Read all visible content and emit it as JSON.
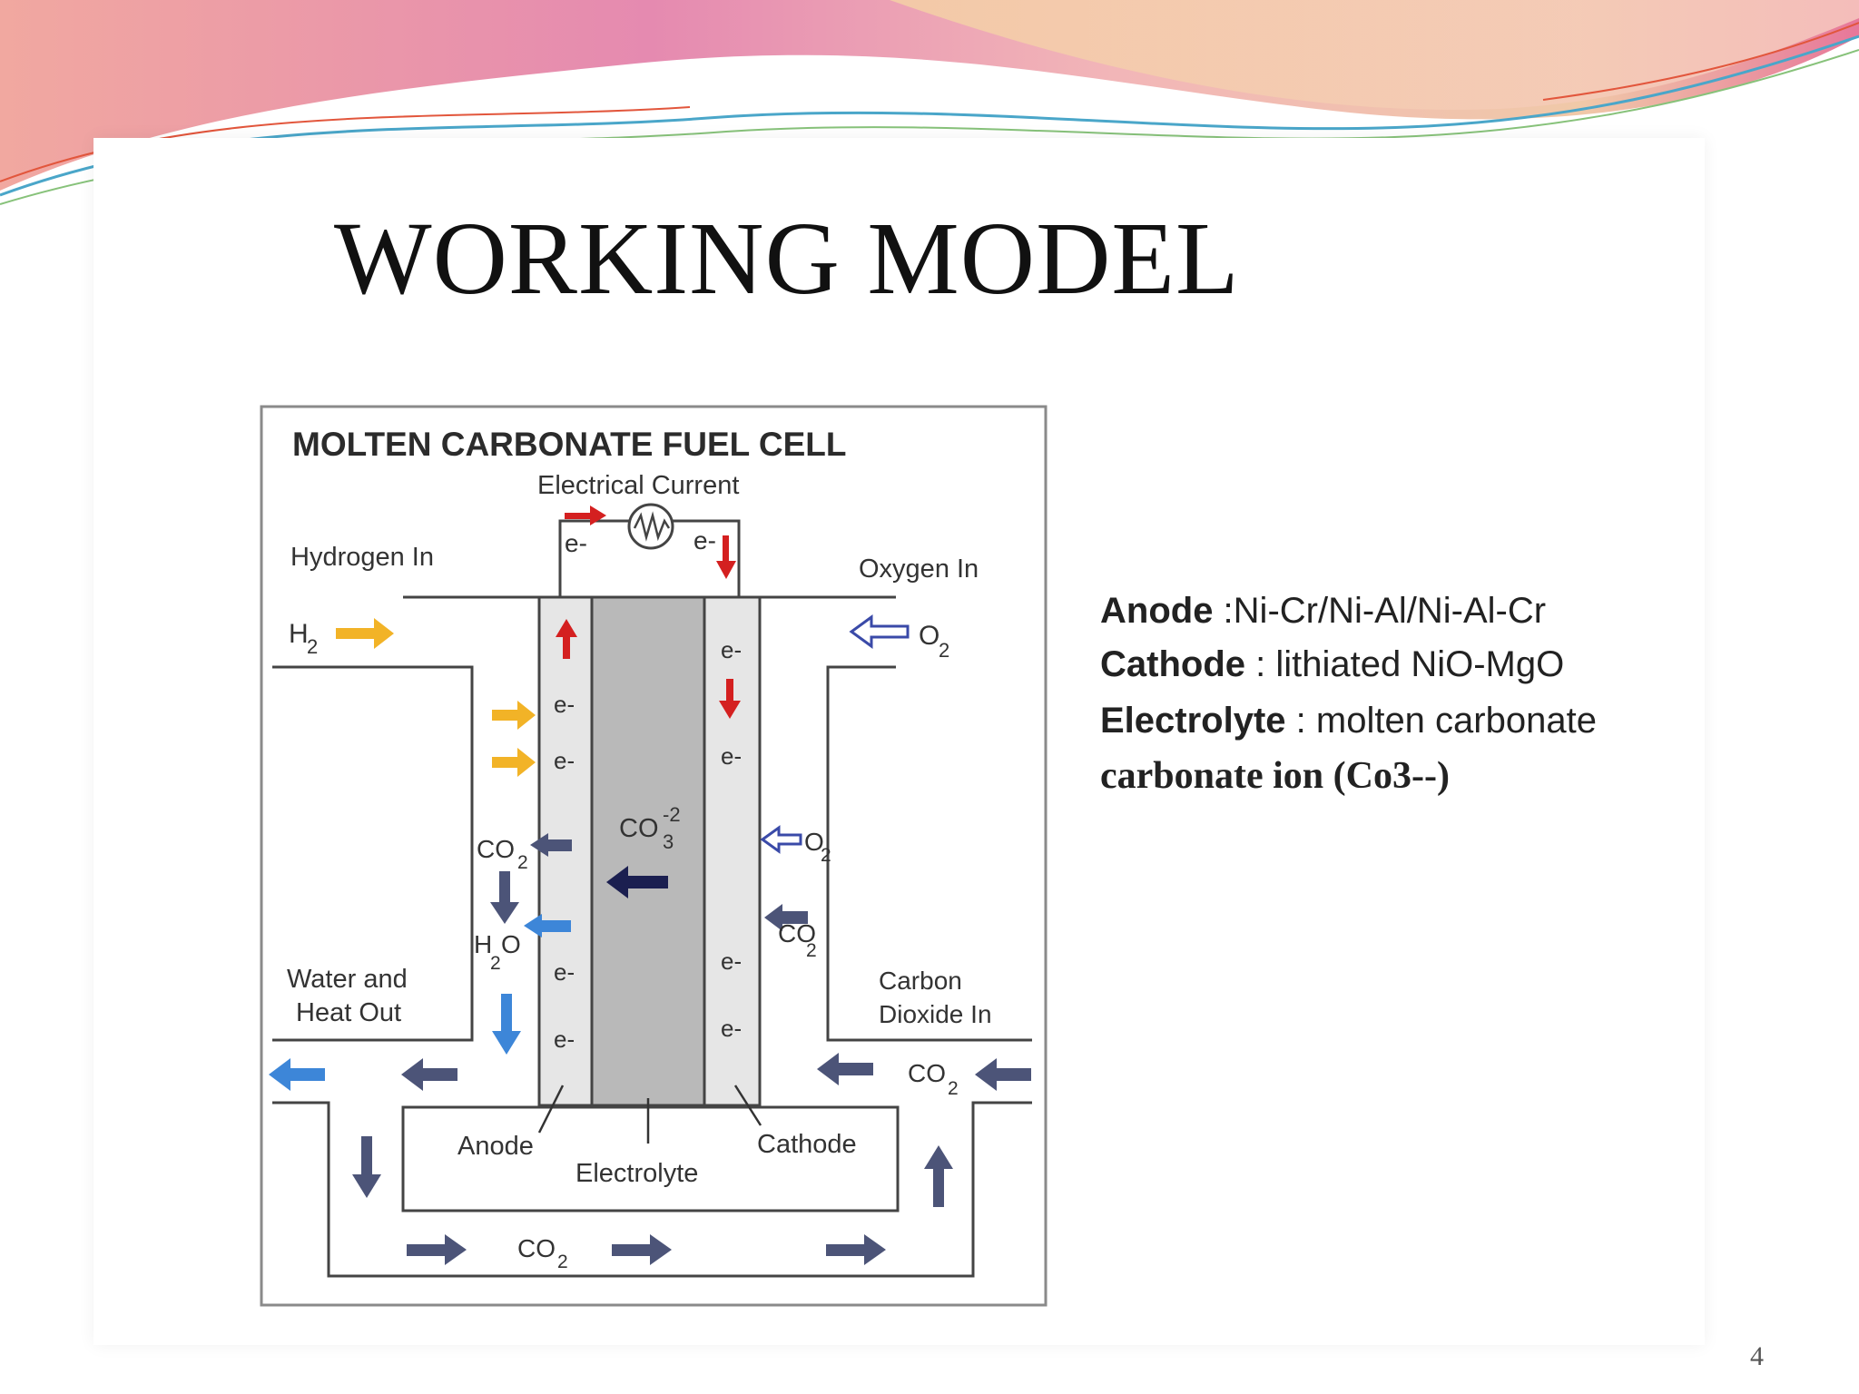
{
  "slide": {
    "title": "WORKING MODEL",
    "page_number": "4"
  },
  "diagram": {
    "title": "MOLTEN CARBONATE FUEL CELL",
    "labels": {
      "electrical_current": "Electrical Current",
      "hydrogen_in": "Hydrogen In",
      "oxygen_in": "Oxygen In",
      "water_heat_out_1": "Water and",
      "water_heat_out_2": "Heat Out",
      "carbon_dioxide_in_1": "Carbon",
      "carbon_dioxide_in_2": "Dioxide In",
      "anode": "Anode",
      "electrolyte": "Electrolyte",
      "cathode": "Cathode",
      "electron": "e-",
      "h2": "H",
      "h2_sub": "2",
      "o2": "O",
      "o2_sub": "2",
      "co2": "CO",
      "co2_sub": "2",
      "h2o_h": "H",
      "h2o_sub": "2",
      "h2o_o": "O",
      "co3": "CO",
      "co3_sub": "3",
      "co3_sup": "-2"
    },
    "colors": {
      "electron_arrow": "#d42020",
      "hydrogen_arrow": "#f2b327",
      "gas_arrow": "#4c5478",
      "water_arrow": "#3d86d8",
      "carbonate_arrow": "#1b1f50",
      "oxygen_arrow_outline": "#3a4aa8",
      "electrolyte_fill": "#b9b9b9",
      "electrode_fill": "#e6e6e6"
    }
  },
  "info": {
    "line1": {
      "term": "Anode",
      "text": " :Ni-Cr/Ni-Al/Ni-Al-Cr"
    },
    "line2": {
      "term": "Cathode",
      "text": " : lithiated NiO-MgO"
    },
    "line3": {
      "term": "Electrolyte",
      "text": " : molten carbonate"
    },
    "line4": {
      "text": "carbonate ion (Co3--)"
    }
  }
}
